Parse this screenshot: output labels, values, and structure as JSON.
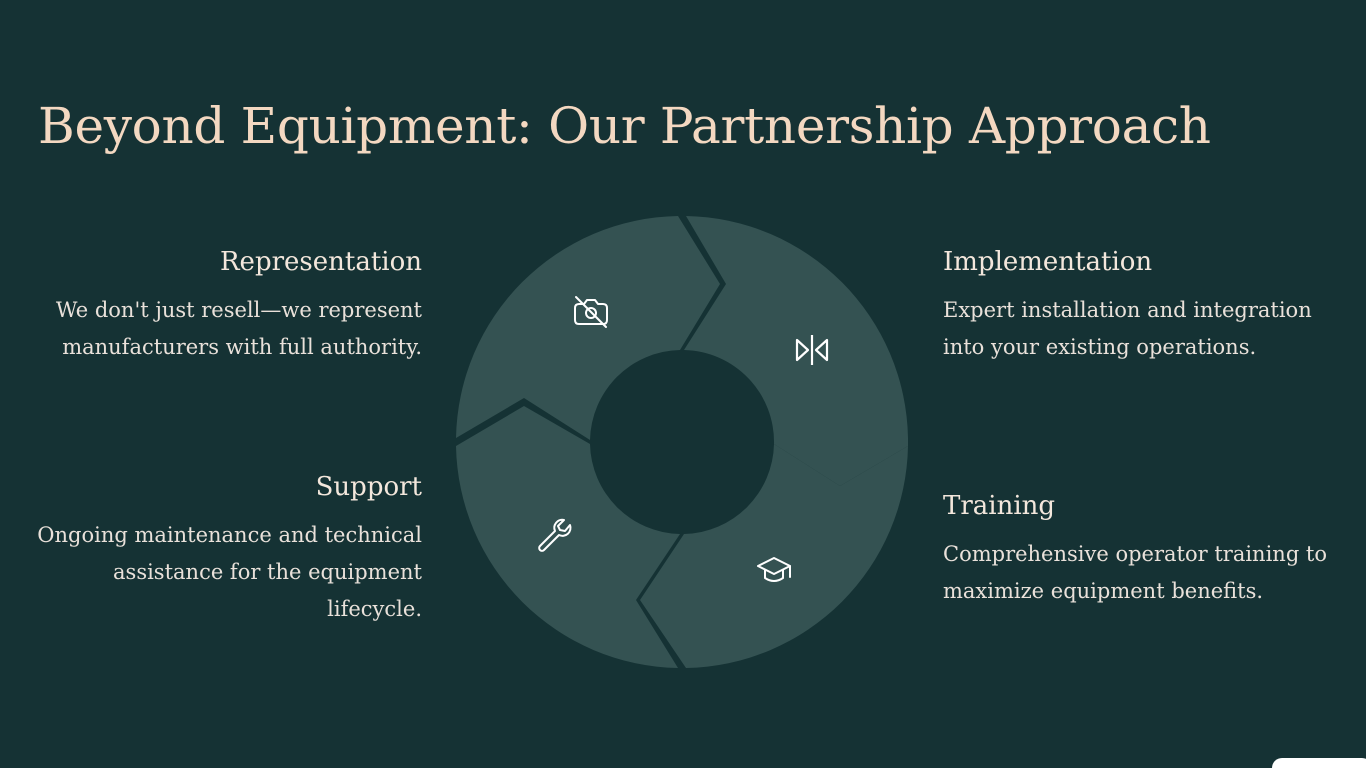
{
  "slide": {
    "title": "Beyond Equipment: Our Partnership Approach"
  },
  "blocks": {
    "representation": {
      "heading": "Representation",
      "body": "We don't just resell—we represent manufacturers with full authority."
    },
    "implementation": {
      "heading": "Implementation",
      "body": "Expert installation and integration into your existing operations."
    },
    "support": {
      "heading": "Support",
      "body": "Ongoing maintenance and technical assistance for the equipment lifecycle."
    },
    "training": {
      "heading": "Training",
      "body": "Comprehensive operator training to maximize equipment benefits."
    }
  },
  "cycle": {
    "segments": [
      {
        "key": "representation",
        "icon": "camera-off-icon"
      },
      {
        "key": "implementation",
        "icon": "flip-horizontal-icon"
      },
      {
        "key": "training",
        "icon": "graduation-cap-icon"
      },
      {
        "key": "support",
        "icon": "wrench-icon"
      }
    ]
  },
  "colors": {
    "background": "#153234",
    "segment": "#345252",
    "title": "#f3d8c1",
    "text": "#e9e1da",
    "icon": "#ffffff"
  }
}
